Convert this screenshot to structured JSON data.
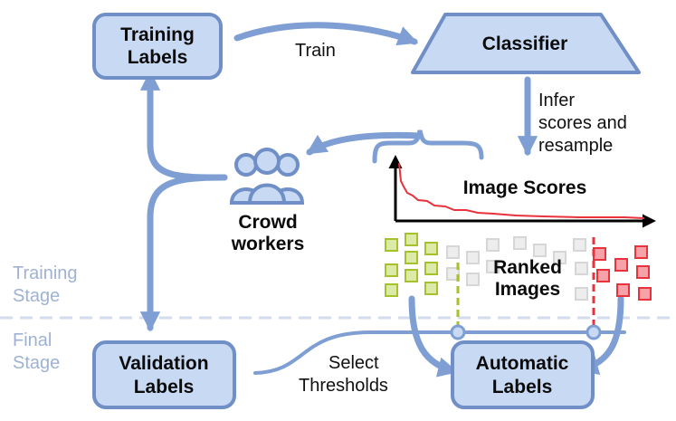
{
  "nodes": {
    "training_labels": [
      "Training",
      "Labels"
    ],
    "classifier": "Classifier",
    "crowd_workers": [
      "Crowd",
      "workers"
    ],
    "image_scores": "Image Scores",
    "ranked_images": [
      "Ranked",
      "Images"
    ],
    "validation_labels": [
      "Validation",
      "Labels"
    ],
    "automatic_labels": [
      "Automatic",
      "Labels"
    ]
  },
  "edges": {
    "train": "Train",
    "infer": [
      "Infer",
      "scores and",
      "resample"
    ],
    "select": [
      "Select",
      "Thresholds"
    ]
  },
  "stages": {
    "training": [
      "Training",
      "Stage"
    ],
    "final": [
      "Final",
      "Stage"
    ]
  },
  "colors": {
    "node_fill": "#c8d9f4",
    "node_stroke": "#6f8fc6",
    "arrow": "#7f9fd4",
    "stage_label": "#9fb2d4",
    "green": "#a6c22a",
    "red": "#e8323c",
    "grey": "#cfcfcf"
  },
  "icons": {
    "crowd": "people-group-icon"
  }
}
